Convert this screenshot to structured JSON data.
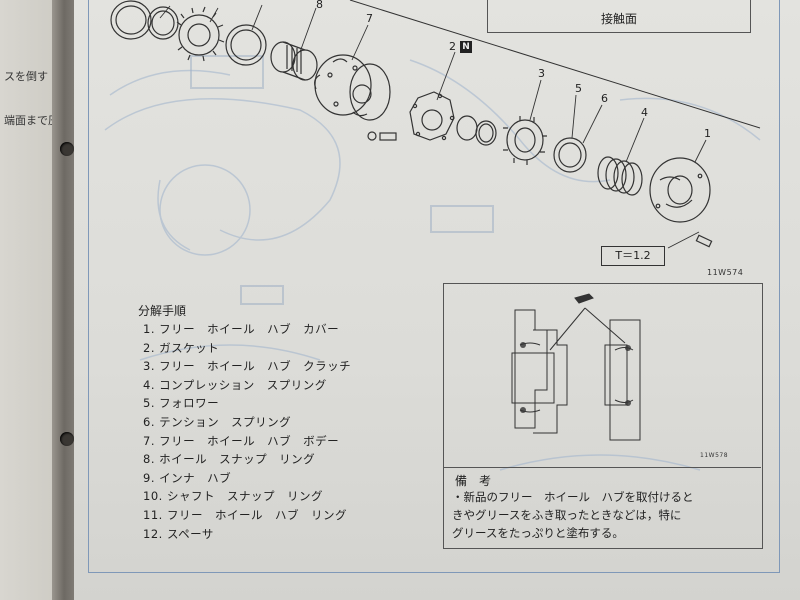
{
  "left_page": {
    "fragment_1": "スを倒す",
    "fragment_2": "端面まで圧"
  },
  "header": {
    "contact_surface": "接触面"
  },
  "diagram": {
    "part_numbers": [
      "1",
      "2",
      "3",
      "4",
      "5",
      "6",
      "7"
    ],
    "n_badge": "N",
    "torque_label": "T＝1.2",
    "figure_code": "11W574",
    "detail_figure_code": "11W578"
  },
  "procedure": {
    "title": "分解手順",
    "steps": [
      "1. フリー　ホイール　ハブ　カバー",
      "2. ガスケット",
      "3. フリー　ホイール　ハブ　クラッチ",
      "4. コンプレッション　スプリング",
      "5. フォロワー",
      "6. テンション　スプリング",
      "7. フリー　ホイール　ハブ　ボデー",
      "8. ホイール　スナップ　リング",
      "9. インナ　ハブ",
      "10. シャフト　スナップ　リング",
      "11. フリー　ホイール　ハブ　リング",
      "12. スペーサ"
    ]
  },
  "notes": {
    "heading": "備　考",
    "lines": [
      "・新品のフリー　ホイール　ハブを取付けると",
      "きやグリースをふき取ったときなどは，特に",
      "グリースをたっぷりと塗布する。"
    ]
  }
}
